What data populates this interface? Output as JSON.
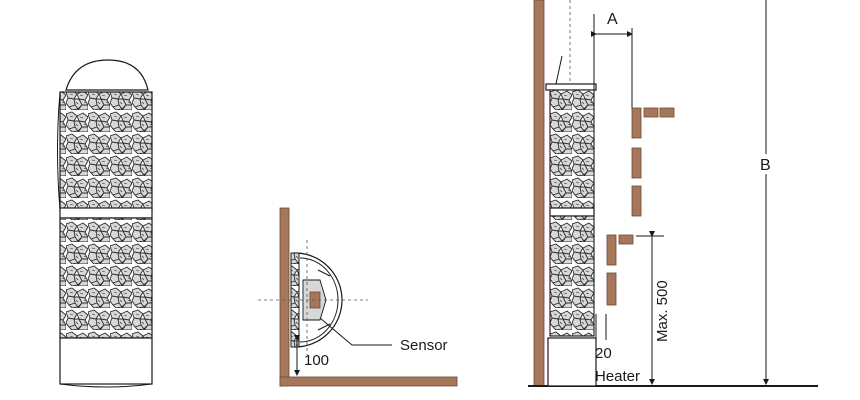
{
  "labels": {
    "sensor": "Sensor",
    "clearance_100": "100",
    "dim_a": "A",
    "dim_b": "B",
    "max_500": "Max. 500",
    "clearance_20": "20",
    "heater": "Heater"
  },
  "colors": {
    "wood": "#a6775a",
    "wood_edge": "#6b4a35",
    "line": "#1a1a1a",
    "pattern": "#2a2a2a"
  }
}
